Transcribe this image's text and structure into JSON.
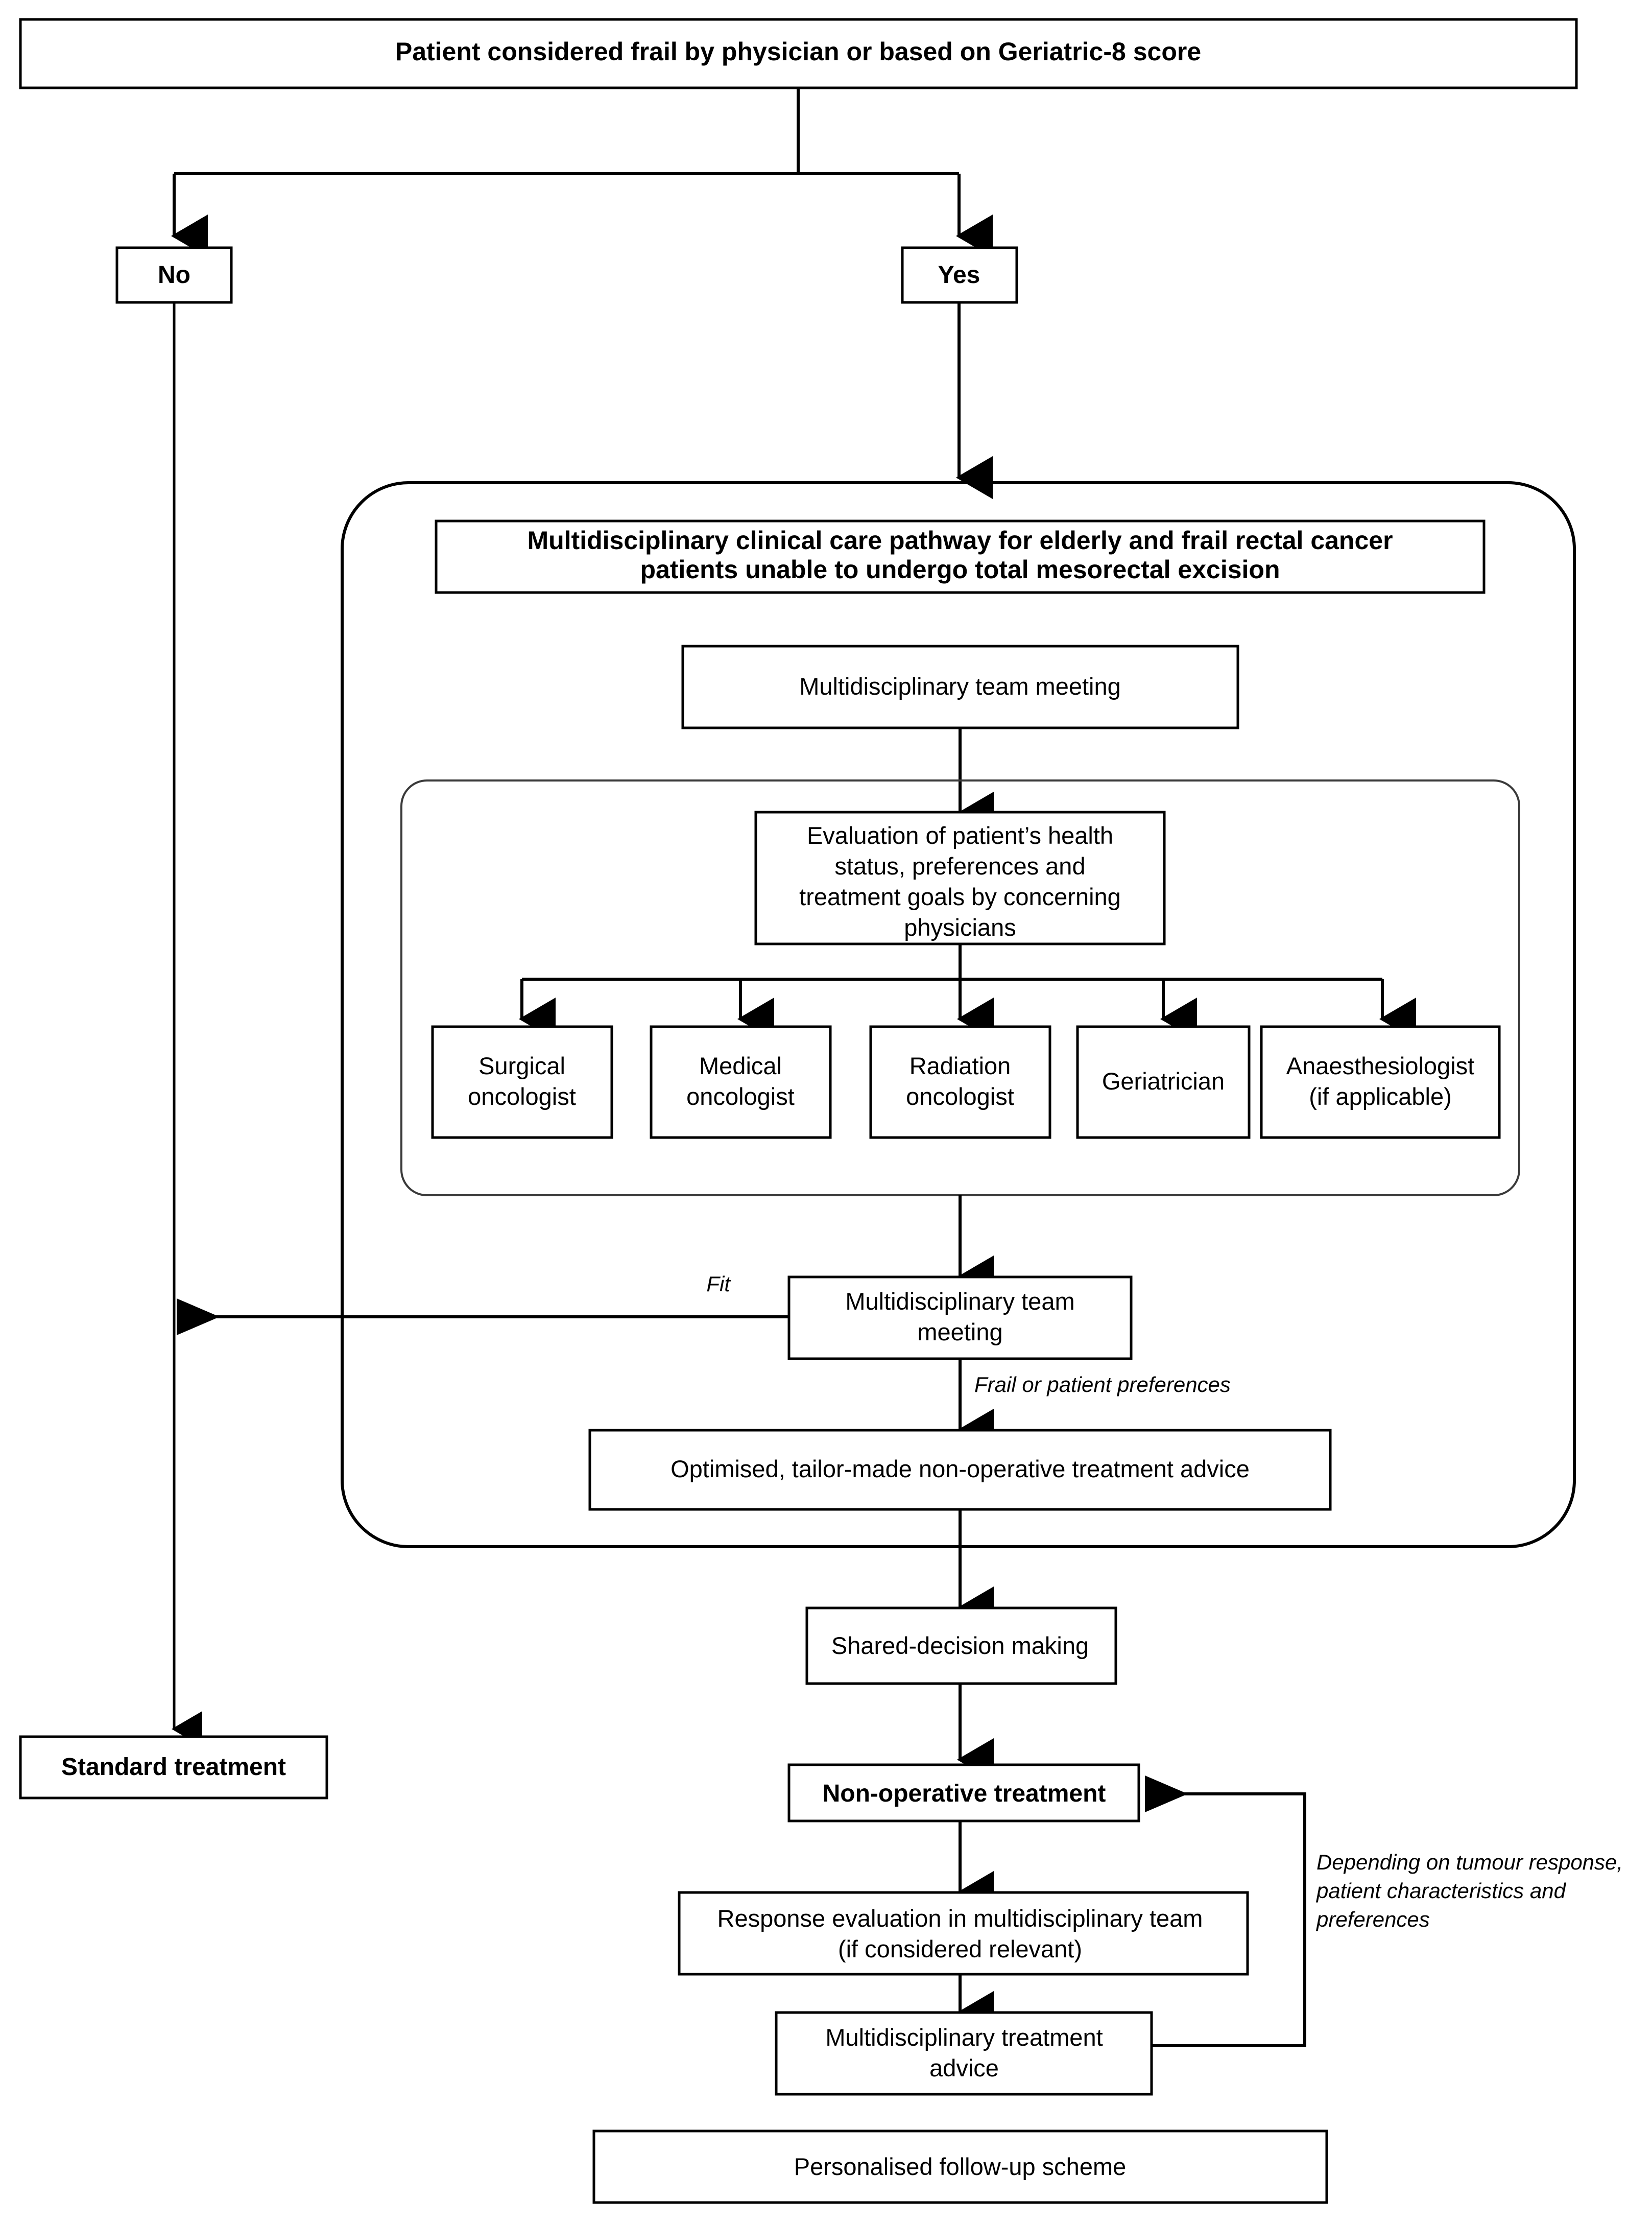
{
  "diagram": {
    "type": "flowchart",
    "title": "Multidisciplinary clinical care pathway for elderly and frail rectal cancer patients",
    "nodes": {
      "root": "Patient considered frail by physician or based on Geriatric-8 score",
      "branch_no": "No",
      "branch_yes": "Yes",
      "pathway_title_line1": "Multidisciplinary clinical care pathway for elderly and frail rectal cancer",
      "pathway_title_line2": "patients unable to undergo total mesorectal excision",
      "mdt_meeting_1": "Multidisciplinary team meeting",
      "evaluation_line1": "Evaluation of patient’s health",
      "evaluation_line2": "status, preferences and",
      "evaluation_line3": "treatment goals by concerning",
      "evaluation_line4": "physicians",
      "mdt_meeting_2_line1": "Multidisciplinary team",
      "mdt_meeting_2_line2": "meeting",
      "optimised_advice": "Optimised, tailor-made non-operative treatment advice",
      "shared_decision": "Shared-decision making",
      "standard_treatment": "Standard treatment",
      "non_operative_treatment": "Non-operative treatment",
      "response_eval_line1": "Response evaluation in multidisciplinary team",
      "response_eval_line2": "(if considered relevant)",
      "mdt_advice_line1": "Multidisciplinary treatment",
      "mdt_advice_line2": "advice",
      "followup": "Personalised follow-up scheme"
    },
    "specialists": [
      {
        "line1": "Surgical",
        "line2": "oncologist"
      },
      {
        "line1": "Medical",
        "line2": "oncologist"
      },
      {
        "line1": "Radiation",
        "line2": "oncologist"
      },
      {
        "line1": "Geriatrician",
        "line2": ""
      },
      {
        "line1": "Anaesthesiologist",
        "line2": "(if applicable)"
      }
    ],
    "edge_labels": {
      "fit": "Fit",
      "frail_or_preferences": "Frail or patient preferences",
      "loop_line1": "Depending on tumour response,",
      "loop_line2": "patient characteristics and",
      "loop_line3": "preferences"
    },
    "colors": {
      "stroke": "#000000",
      "fill": "#ffffff",
      "inner_stroke": "#3a3a3a"
    }
  }
}
